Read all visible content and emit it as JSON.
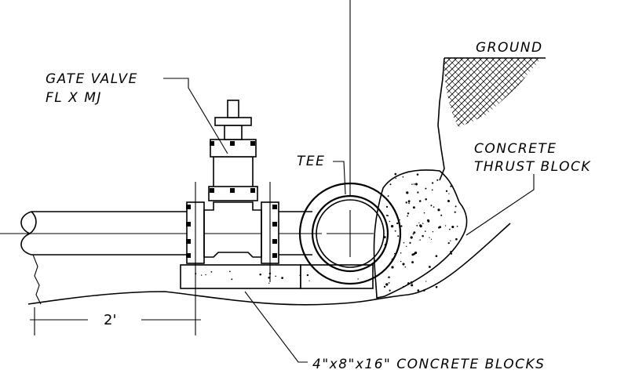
{
  "labels": {
    "gate_valve_line1": "GATE VALVE",
    "gate_valve_line2": "FL X MJ",
    "tee": "TEE",
    "ground": "GROUND",
    "thrust_line1": "CONCRETE",
    "thrust_line2": "THRUST BLOCK",
    "blocks": "4\"x8\"x16\" CONCRETE BLOCKS",
    "dimension": "2'"
  },
  "colors": {
    "ink": "#000000",
    "background": "#ffffff"
  }
}
